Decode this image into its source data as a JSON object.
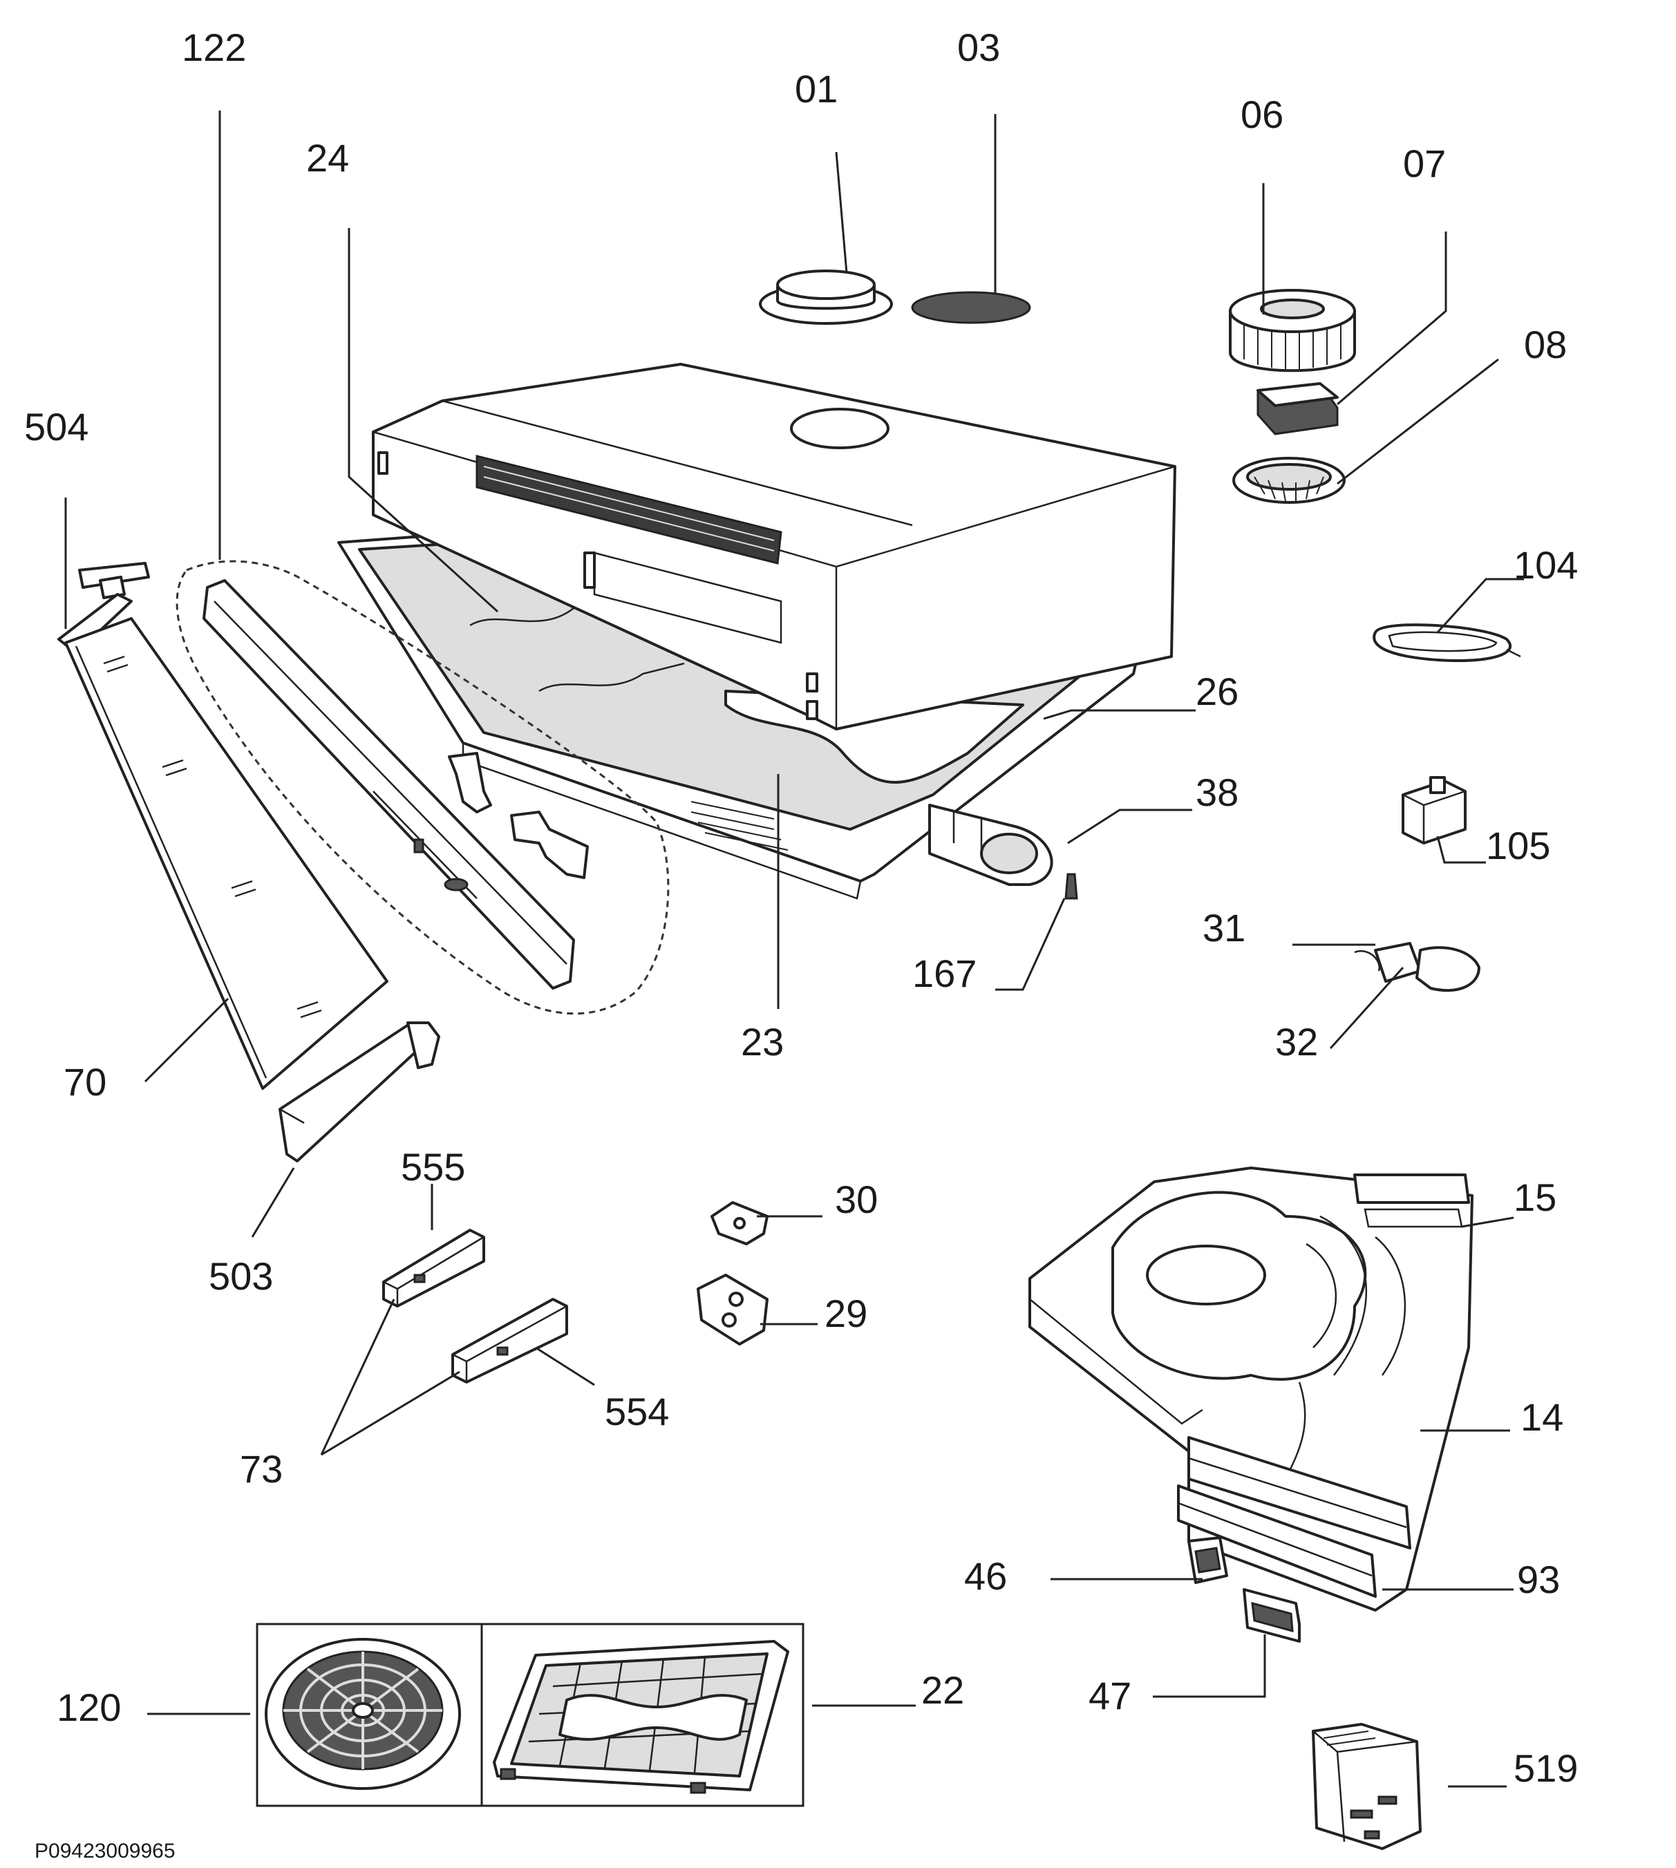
{
  "diagram_code": "P09423009965",
  "part_labels": {
    "p122": "122",
    "p01": "01",
    "p03": "03",
    "p06": "06",
    "p07": "07",
    "p08": "08",
    "p24": "24",
    "p504": "504",
    "p104": "104",
    "p26": "26",
    "p38": "38",
    "p105": "105",
    "p31": "31",
    "p167": "167",
    "p23": "23",
    "p32": "32",
    "p70": "70",
    "p555": "555",
    "p30": "30",
    "p15": "15",
    "p503": "503",
    "p29": "29",
    "p554": "554",
    "p14": "14",
    "p73": "73",
    "p46": "46",
    "p93": "93",
    "p120": "120",
    "p22": "22",
    "p47": "47",
    "p519": "519"
  }
}
